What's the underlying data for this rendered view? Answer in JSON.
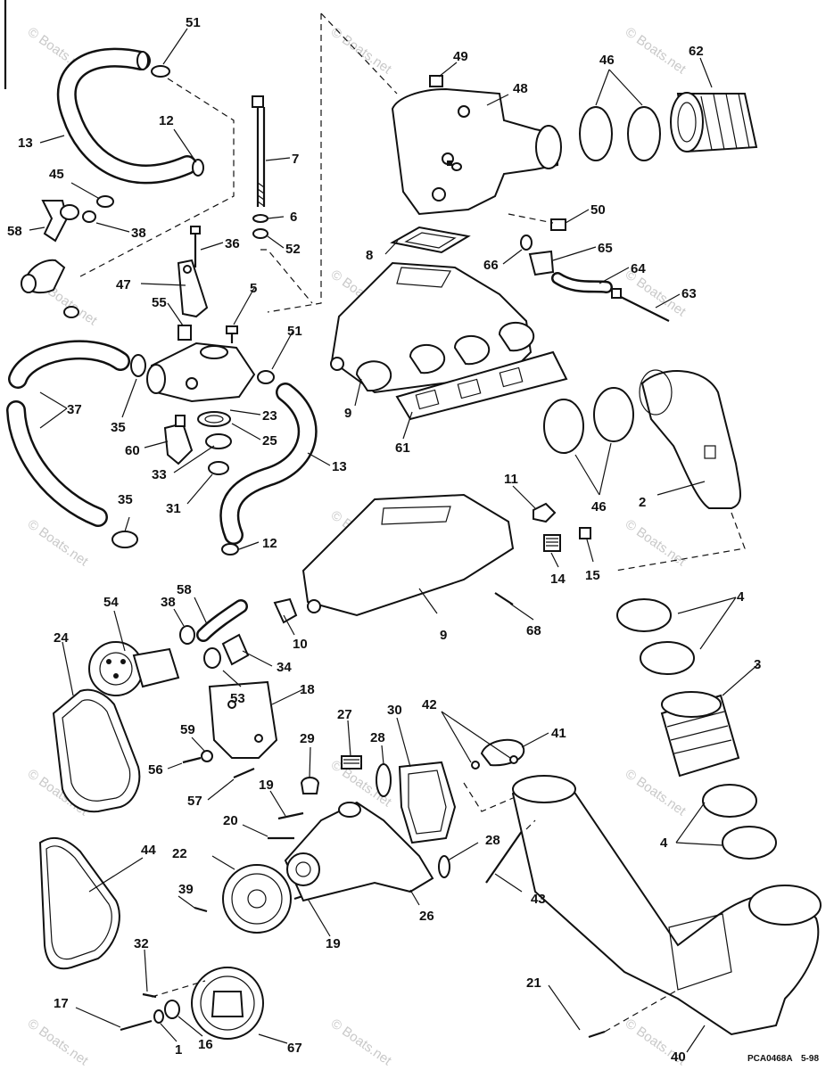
{
  "diagram": {
    "part_callouts": [
      "51",
      "49",
      "48",
      "46",
      "62",
      "13",
      "12",
      "7",
      "45",
      "58",
      "38",
      "6",
      "52",
      "50",
      "8",
      "66",
      "65",
      "64",
      "63",
      "36",
      "47",
      "55",
      "5",
      "51",
      "9",
      "61",
      "37",
      "35",
      "23",
      "25",
      "60",
      "33",
      "31",
      "13",
      "11",
      "46",
      "2",
      "35",
      "12",
      "14",
      "15",
      "54",
      "38",
      "58",
      "10",
      "9",
      "68",
      "4",
      "24",
      "34",
      "53",
      "18",
      "3",
      "27",
      "30",
      "42",
      "41",
      "59",
      "29",
      "28",
      "56",
      "57",
      "19",
      "20",
      "22",
      "44",
      "28",
      "43",
      "4",
      "39",
      "19",
      "26",
      "32",
      "17",
      "1",
      "16",
      "67",
      "21",
      "40"
    ],
    "figure_code": "PCA0468A",
    "date_code": "5-98",
    "watermark": "© Boats.net"
  }
}
